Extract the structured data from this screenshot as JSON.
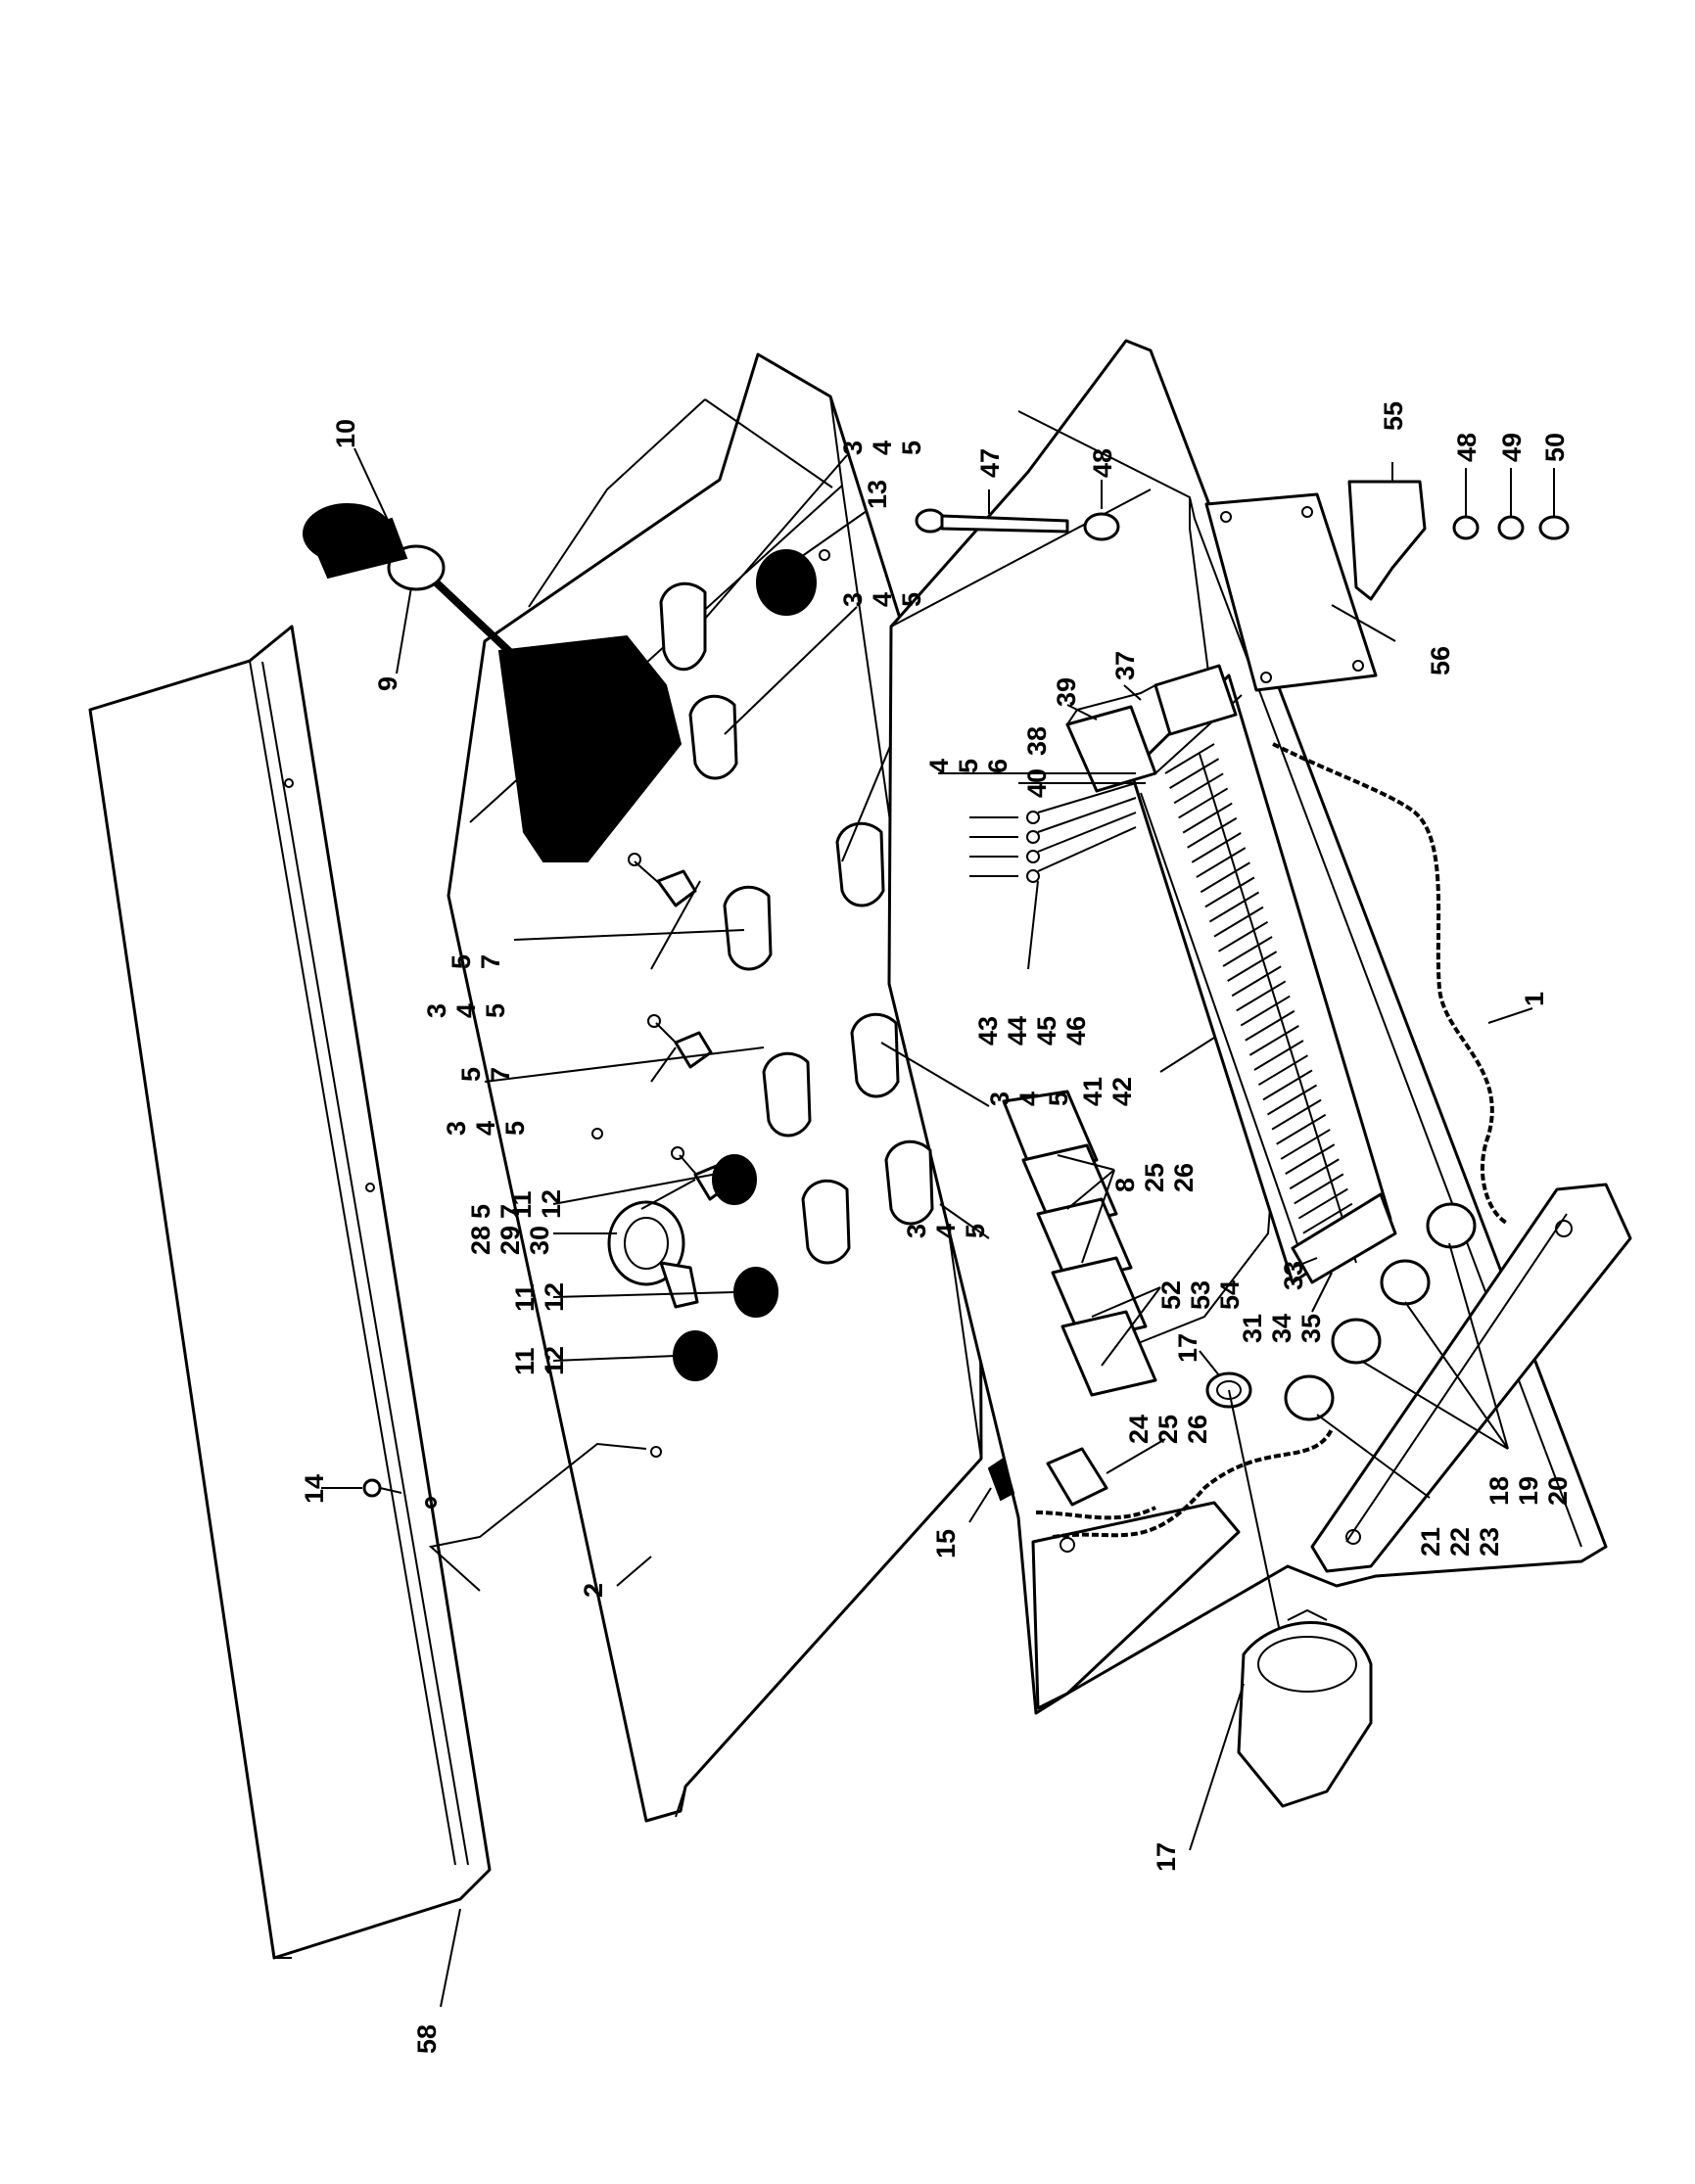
{
  "diagram": {
    "callouts": [
      {
        "id": "c-10",
        "lines": [
          "10"
        ]
      },
      {
        "id": "c-9",
        "lines": [
          "9"
        ]
      },
      {
        "id": "c-3-4-5-a",
        "lines": [
          "3",
          "4",
          "5"
        ]
      },
      {
        "id": "c-13",
        "lines": [
          "13"
        ]
      },
      {
        "id": "c-3-4-5-b",
        "lines": [
          "3",
          "4",
          "5"
        ]
      },
      {
        "id": "c-47",
        "lines": [
          "47"
        ]
      },
      {
        "id": "c-48-a",
        "lines": [
          "48"
        ]
      },
      {
        "id": "c-55",
        "lines": [
          "55"
        ]
      },
      {
        "id": "c-48-b",
        "lines": [
          "48"
        ]
      },
      {
        "id": "c-49",
        "lines": [
          "49"
        ]
      },
      {
        "id": "c-50",
        "lines": [
          "50"
        ]
      },
      {
        "id": "c-56",
        "lines": [
          "56"
        ]
      },
      {
        "id": "c-37",
        "lines": [
          "37"
        ]
      },
      {
        "id": "c-39",
        "lines": [
          "39"
        ]
      },
      {
        "id": "c-38",
        "lines": [
          "38"
        ]
      },
      {
        "id": "c-4-5-6",
        "lines": [
          "4",
          "5",
          "6"
        ]
      },
      {
        "id": "c-40",
        "lines": [
          "40"
        ]
      },
      {
        "id": "c-5-7-a",
        "lines": [
          "5",
          "7"
        ]
      },
      {
        "id": "c-3-4-5-c",
        "lines": [
          "3",
          "4",
          "5"
        ]
      },
      {
        "id": "c-5-7-b",
        "lines": [
          "5",
          "7"
        ]
      },
      {
        "id": "c-43-46",
        "lines": [
          "43",
          "44",
          "45",
          "46"
        ]
      },
      {
        "id": "c-1",
        "lines": [
          "1"
        ]
      },
      {
        "id": "c-3-4-5-d",
        "lines": [
          "3",
          "4",
          "5"
        ]
      },
      {
        "id": "c-41-42",
        "lines": [
          "41",
          "42"
        ]
      },
      {
        "id": "c-3-4-5-e",
        "lines": [
          "3",
          "4",
          "5"
        ]
      },
      {
        "id": "c-5-7-c",
        "lines": [
          "5",
          "7"
        ]
      },
      {
        "id": "c-11-12-a",
        "lines": [
          "11",
          "12"
        ]
      },
      {
        "id": "c-8-25-26",
        "lines": [
          "8",
          "25",
          "26"
        ]
      },
      {
        "id": "c-28-29-30",
        "lines": [
          "28",
          "29",
          "30"
        ]
      },
      {
        "id": "c-3-4-5-f",
        "lines": [
          "3",
          "4",
          "5"
        ]
      },
      {
        "id": "c-11-12-b",
        "lines": [
          "11",
          "12"
        ]
      },
      {
        "id": "c-52-53-54",
        "lines": [
          "52",
          "53",
          "54"
        ]
      },
      {
        "id": "c-33",
        "lines": [
          "33"
        ]
      },
      {
        "id": "c-31-34-35",
        "lines": [
          "31",
          "34",
          "35"
        ]
      },
      {
        "id": "c-11-12-c",
        "lines": [
          "11",
          "12"
        ]
      },
      {
        "id": "c-17-a",
        "lines": [
          "17"
        ]
      },
      {
        "id": "c-24-25-26",
        "lines": [
          "24",
          "25",
          "26"
        ]
      },
      {
        "id": "c-14",
        "lines": [
          "14"
        ]
      },
      {
        "id": "c-18-19-20",
        "lines": [
          "18",
          "19",
          "20"
        ]
      },
      {
        "id": "c-21-22-23",
        "lines": [
          "21",
          "22",
          "23"
        ]
      },
      {
        "id": "c-15",
        "lines": [
          "15"
        ]
      },
      {
        "id": "c-2",
        "lines": [
          "2"
        ]
      },
      {
        "id": "c-17-b",
        "lines": [
          "17"
        ]
      },
      {
        "id": "c-58",
        "lines": [
          "58"
        ]
      }
    ]
  }
}
